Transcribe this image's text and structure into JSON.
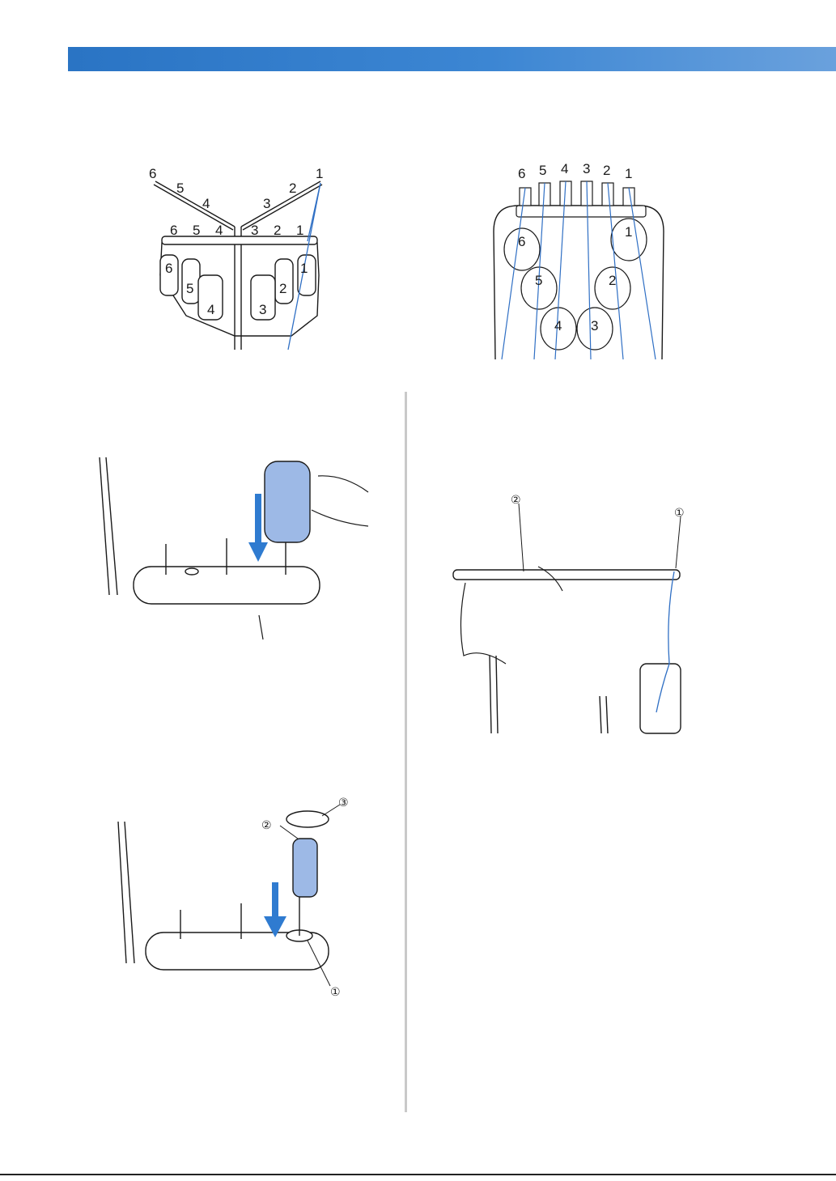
{
  "colors": {
    "header": "#2a74c4",
    "thread": "#2f6fc4",
    "arrow": "#2f7bd0",
    "spool": "#9db9e6"
  },
  "fig_top_left": {
    "bar_labels_upper": [
      "6",
      "5",
      "4",
      "3",
      "2",
      "1"
    ],
    "bar_labels_lower": [
      "6",
      "5",
      "4",
      "3",
      "2",
      "1"
    ],
    "spool_labels": [
      "6",
      "5",
      "4",
      "3",
      "2",
      "1"
    ]
  },
  "fig_top_right": {
    "guide_labels": [
      "6",
      "5",
      "4",
      "3",
      "2",
      "1"
    ],
    "spool_labels": [
      "1",
      "2",
      "3",
      "4",
      "5",
      "6"
    ]
  },
  "fig_left_2": {
    "callouts": [
      "①",
      "②",
      "③"
    ]
  },
  "fig_right_1": {
    "callouts": [
      "①",
      "②"
    ]
  }
}
